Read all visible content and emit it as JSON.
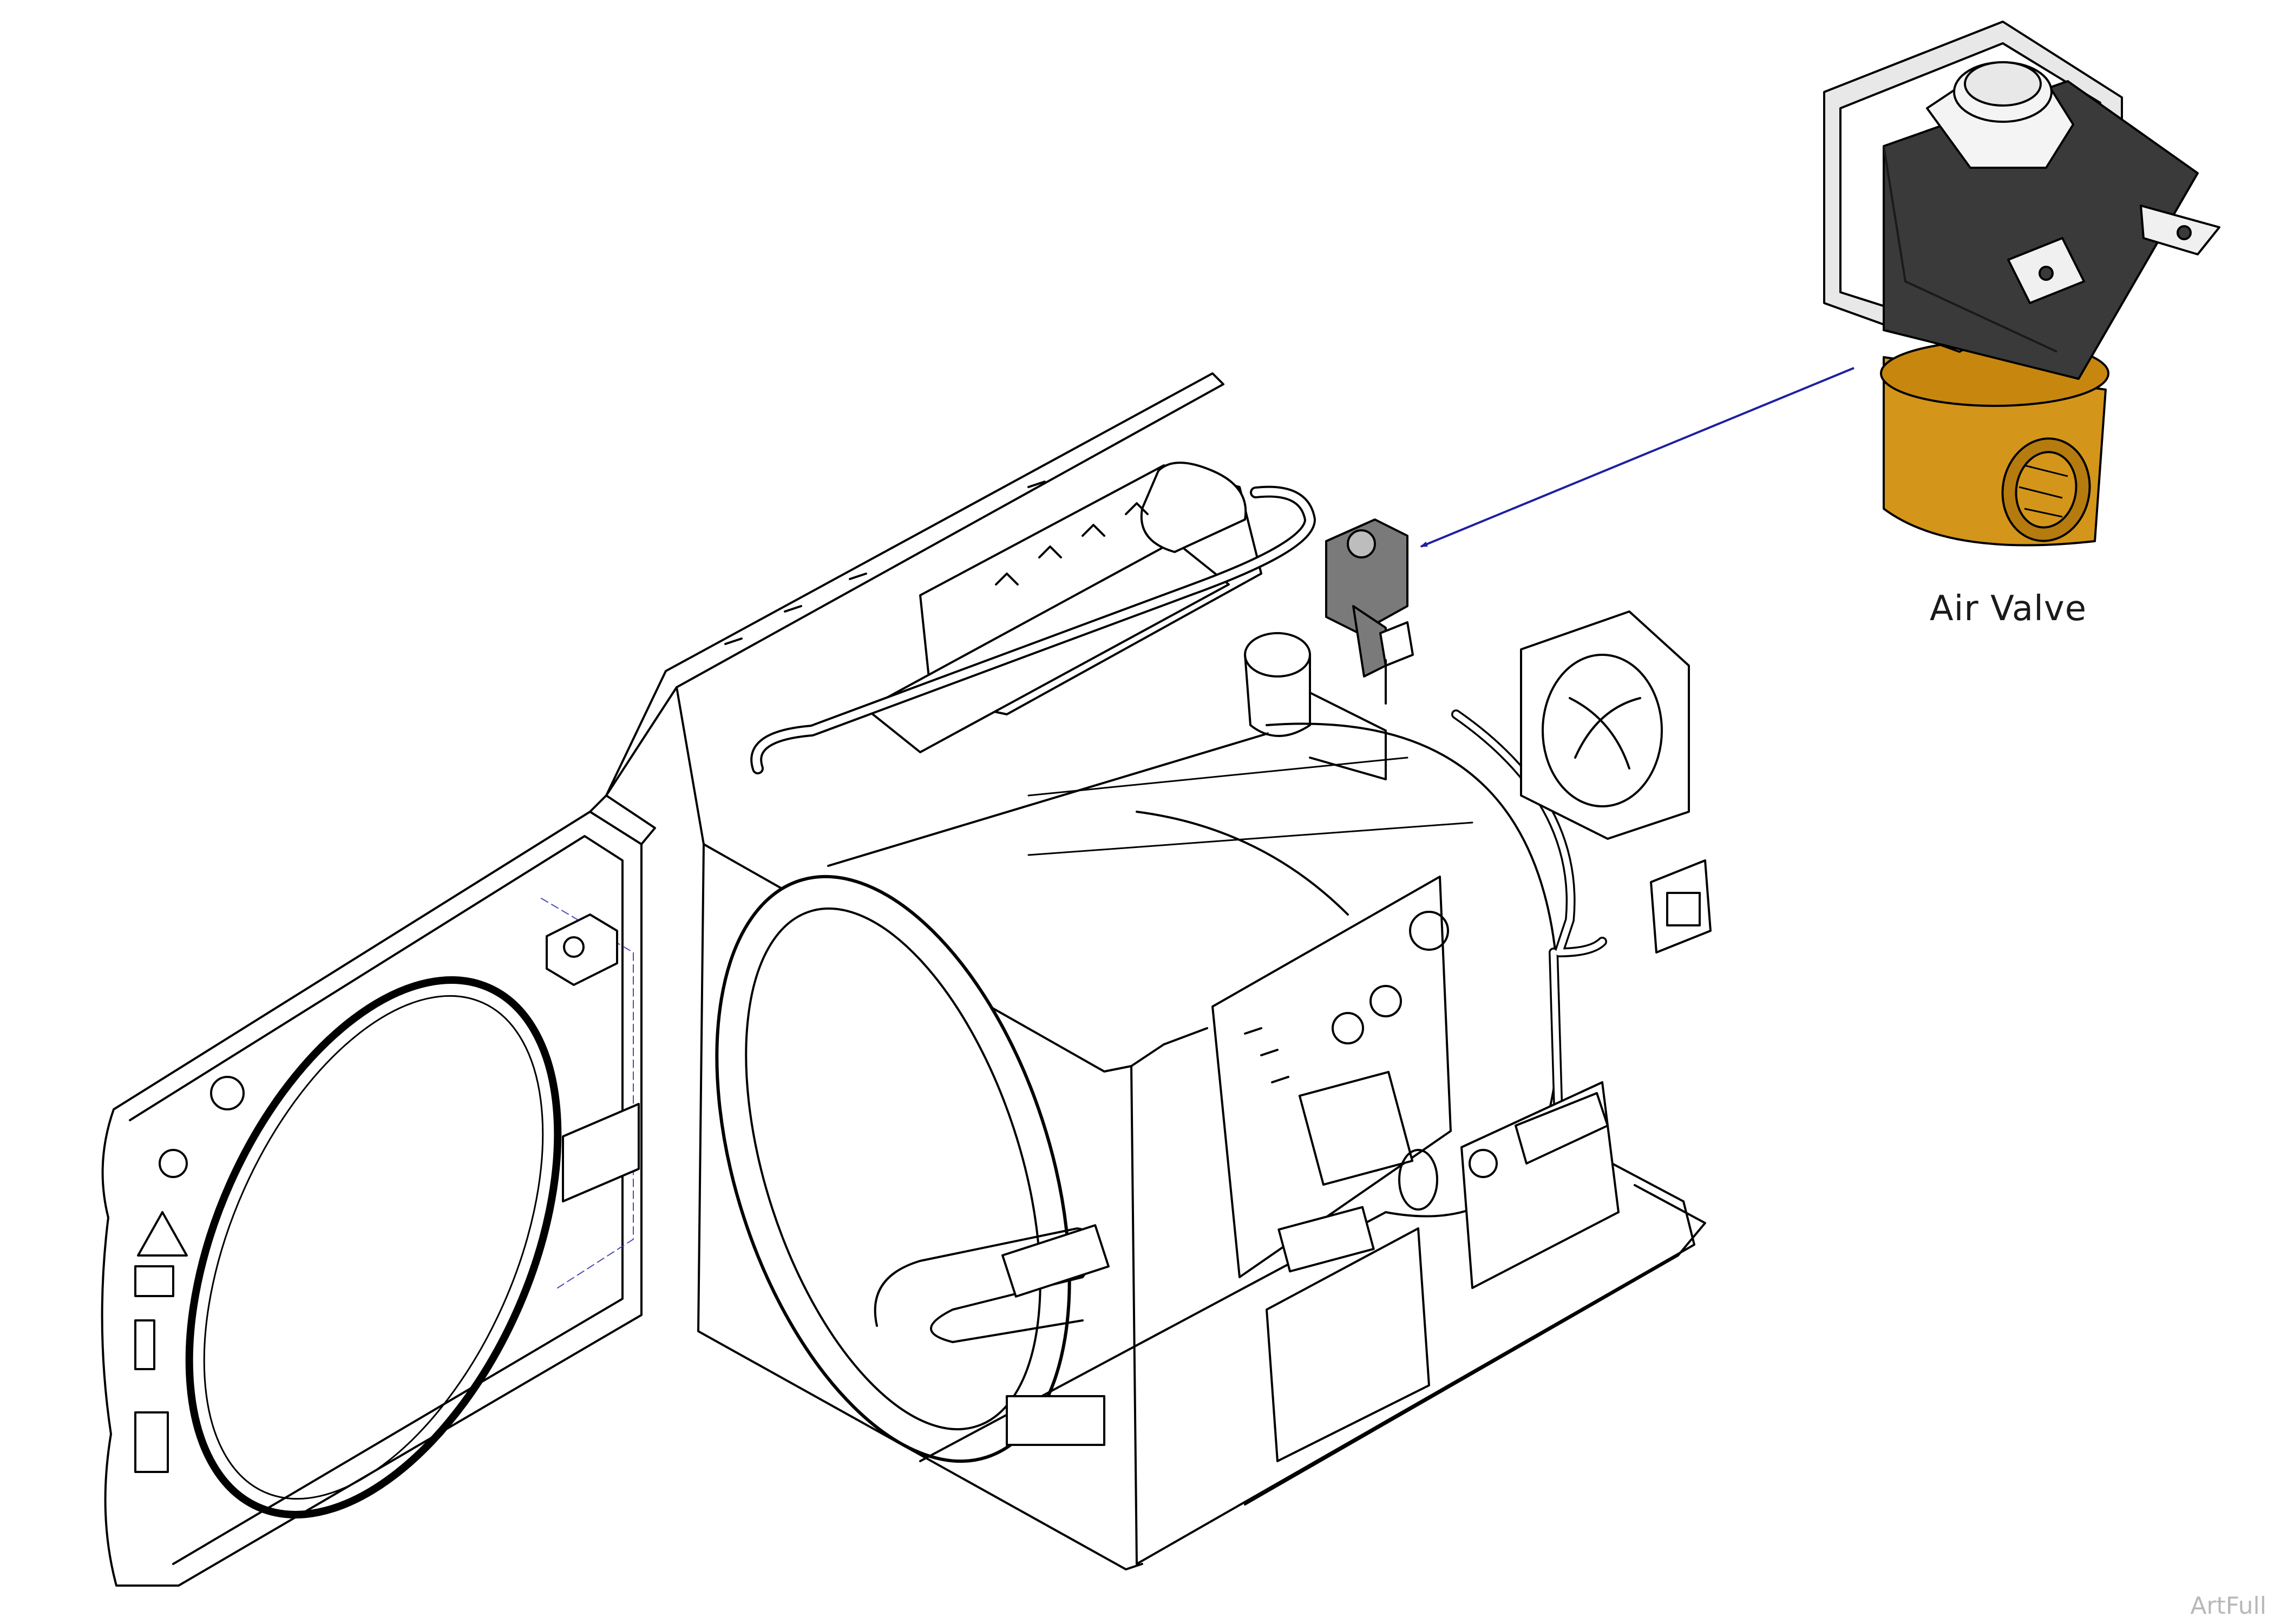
{
  "callout": {
    "label": "Air Valve"
  },
  "watermark": "ArtFull",
  "colors": {
    "line": "#000000",
    "arrow": "#1f1fa0",
    "valve_body": "#d4961a",
    "coil": "#3a3a3a",
    "highlight": "#7a7a7a",
    "hidden_line": "#4a4ab8"
  },
  "icons": [
    "sterilizer-assembly-drawing",
    "air-valve-detail-icon"
  ]
}
